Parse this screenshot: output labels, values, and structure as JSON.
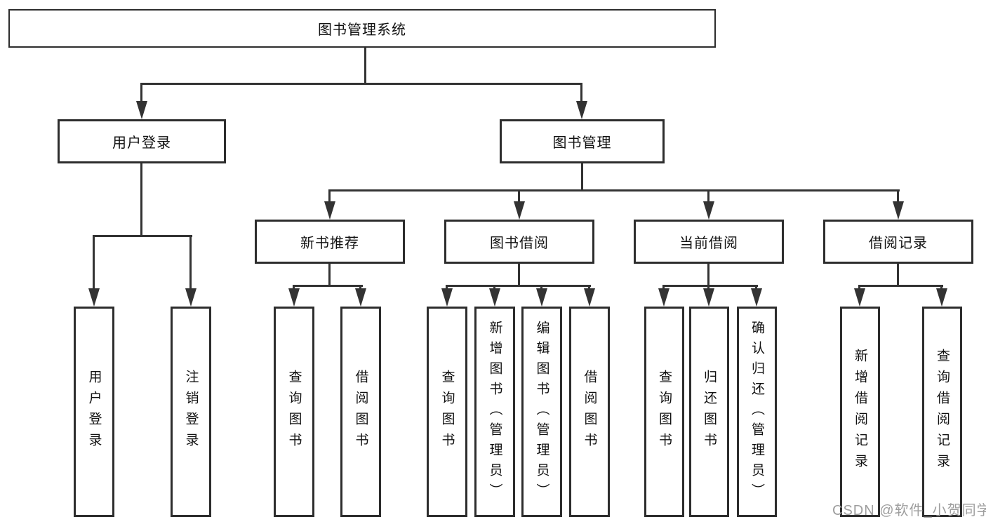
{
  "diagram": {
    "root": {
      "label": "图书管理系统"
    },
    "level2": [
      {
        "label": "用户登录"
      },
      {
        "label": "图书管理"
      }
    ],
    "level3": [
      {
        "label": "新书推荐"
      },
      {
        "label": "图书借阅"
      },
      {
        "label": "当前借阅"
      },
      {
        "label": "借阅记录"
      }
    ],
    "leaves": {
      "user_login": [
        "用户登录",
        "注销登录"
      ],
      "new_book": [
        "查询图书",
        "借阅图书"
      ],
      "book_borrow": [
        "查询图书",
        "新增图书（管理员）",
        "编辑图书（管理员）",
        "借阅图书"
      ],
      "current_borrow": [
        "查询图书",
        "归还图书",
        "确认归还（管理员）"
      ],
      "borrow_record": [
        "新增借阅记录",
        "查询借阅记录"
      ]
    }
  },
  "watermark": {
    "text": "CSDN @软件_小贺同学"
  },
  "colors": {
    "line": "#333333",
    "box_border": "#2d2d2d",
    "text": "#111111",
    "watermark": "#9e9e9e",
    "background": "#ffffff"
  }
}
